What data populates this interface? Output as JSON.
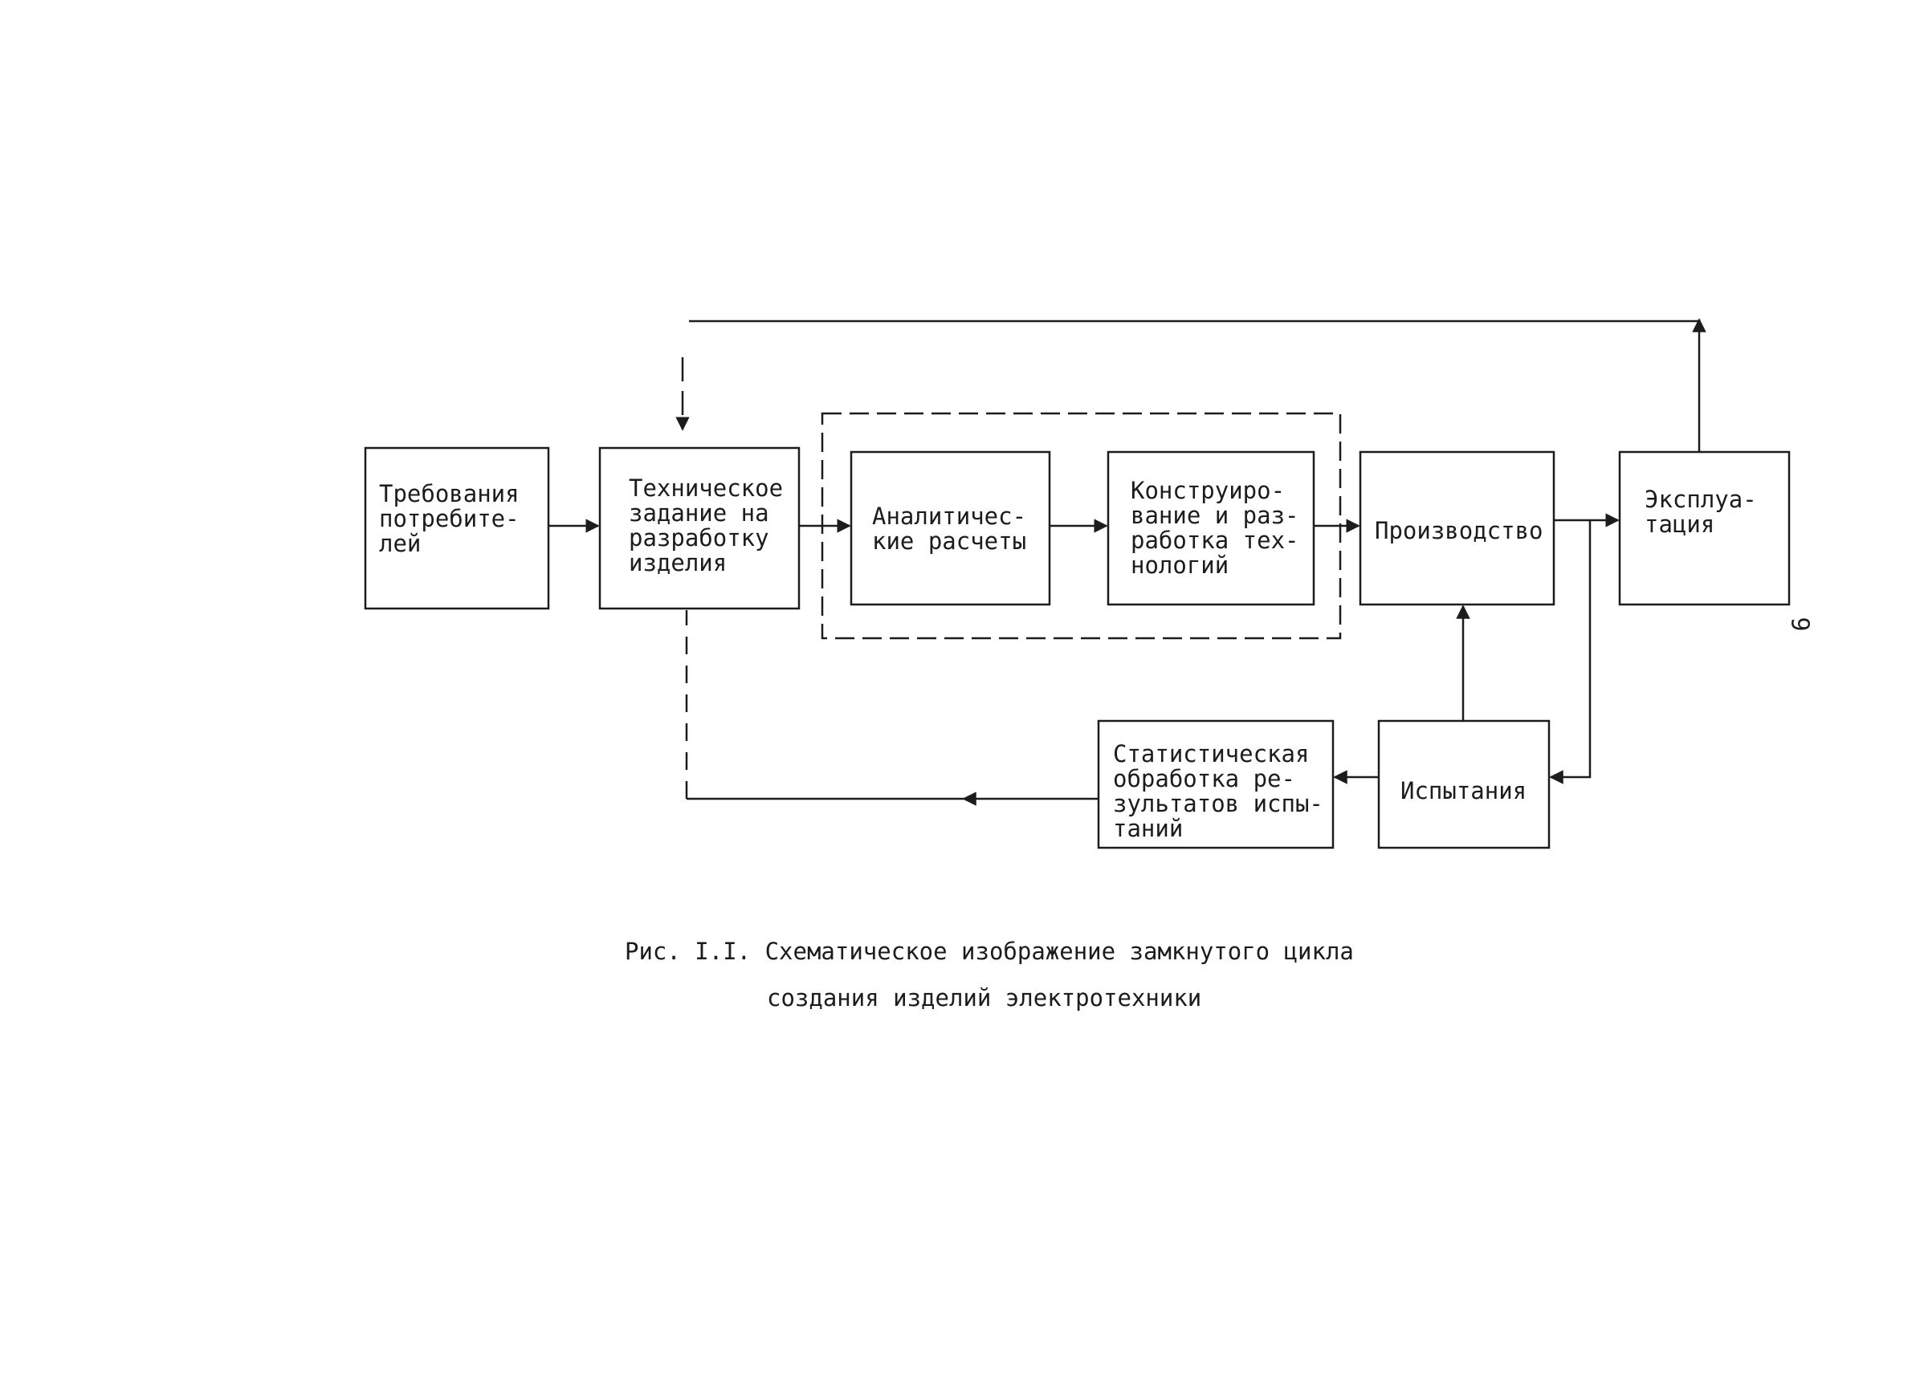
{
  "blocks": {
    "requirements": "Требования\nпотребите-\nлей",
    "spec": "Техническое\nзадание на\nразработку\nизделия",
    "analysis": "Аналитичес-\nкие расчеты",
    "design": "Конструиро-\nвание и раз-\nработка тех-\nнологий",
    "production": "Производство",
    "operation": "Эксплуа-\nтация",
    "statistics": "Статистическая\nобработка ре-\nзультатов испы-\nтаний",
    "testing": "Испытания"
  },
  "caption": {
    "line1": "Рис. I.I. Схематическое изображение замкнутого цикла",
    "line2": "создания изделий электротехники"
  },
  "page_number": "9",
  "colors": {
    "ink": "#1c1c1c",
    "paper": "#ffffff"
  }
}
